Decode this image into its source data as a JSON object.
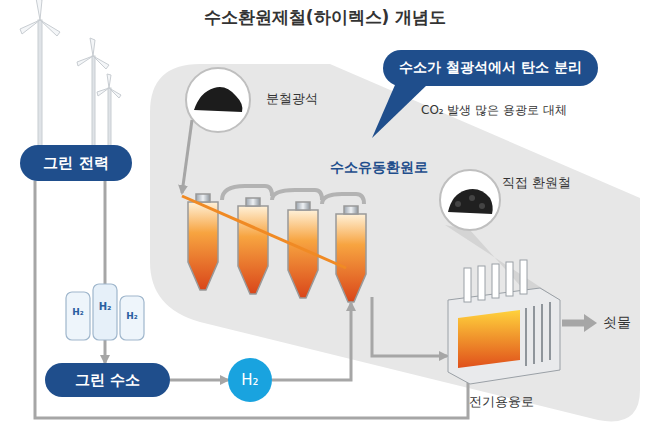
{
  "diagram": {
    "title": "수소환원제철(하이렉스) 개념도",
    "nodes": [
      {
        "text": [
          "그린 전력"
        ]
      },
      {
        "text": [
          "그린 수소"
        ]
      },
      {
        "text": [
          "H₂"
        ]
      },
      {
        "text": [
          "분철광석"
        ]
      },
      {
        "text": [
          "수소가 철광석에서 탄소 분리"
        ]
      },
      {
        "text": [
          "수소유동환원로"
        ]
      },
      {
        "text": [
          "직접 환원철"
        ]
      },
      {
        "text": [
          "전기용융로"
        ]
      }
    ],
    "edges": [
      {
        "from": 0,
        "to": 1,
        "arrow": "to"
      },
      {
        "from": 0,
        "to": 7,
        "arrow": "to"
      },
      {
        "from": 1,
        "to": 2,
        "arrow": "to"
      },
      {
        "from": 2,
        "to": 5,
        "arrow": "to"
      },
      {
        "from": 3,
        "to": 5,
        "arrow": "to"
      },
      {
        "from": 5,
        "to": 7,
        "arrow": "to"
      }
    ],
    "labels": [
      "H₂",
      "H₂",
      "H₂",
      "CO₂ 발생 많은 용광로 대체",
      "쇳물"
    ]
  }
}
